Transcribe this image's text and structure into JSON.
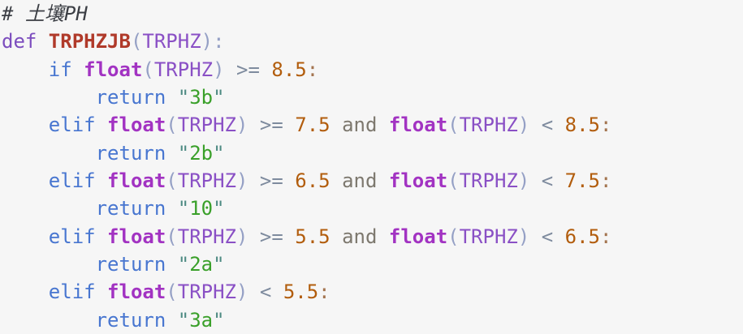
{
  "app": {
    "kind": "python-code-editor-cell",
    "language": "python"
  },
  "colors": {
    "bg": "#f6f6f6",
    "cm": "#3b3e44",
    "kd": "#7c4dbe",
    "kf": "#4876d0",
    "fn": "#b03a2a",
    "bi": "#a233c2",
    "v": "#8a50c5",
    "p": "#95a0c5",
    "o": "#7e8b9e",
    "lo": "#7d786e",
    "n": "#b25d0d",
    "q": "#4d8a82",
    "s": "#3aa02a",
    "cl": "#a3744f"
  },
  "code": {
    "plain_text": "# 土壤PH\ndef TRPHZJB(TRPHZ):\n    if float(TRPHZ) >= 8.5:\n        return \"3b\"\n    elif float(TRPHZ) >= 7.5 and float(TRPHZ) < 8.5:\n        return \"2b\"\n    elif float(TRPHZ) >= 6.5 and float(TRPHZ) < 7.5:\n        return \"10\"\n    elif float(TRPHZ) >= 5.5 and float(TRPHZ) < 6.5:\n        return \"2a\"\n    elif float(TRPHZ) < 5.5:\n        return \"3a\"",
    "lines": [
      [
        {
          "t": "# 土壤PH",
          "c": "cm"
        }
      ],
      [
        {
          "t": "def ",
          "c": "kd"
        },
        {
          "t": "TRPHZJB",
          "c": "fn"
        },
        {
          "t": "(",
          "c": "p"
        },
        {
          "t": "TRPHZ",
          "c": "v"
        },
        {
          "t": ")",
          "c": "p"
        },
        {
          "t": ":",
          "c": "p"
        }
      ],
      [
        {
          "t": "    ",
          "c": "ws"
        },
        {
          "t": "if ",
          "c": "kf"
        },
        {
          "t": "float",
          "c": "bi"
        },
        {
          "t": "(",
          "c": "p"
        },
        {
          "t": "TRPHZ",
          "c": "v"
        },
        {
          "t": ")",
          "c": "p"
        },
        {
          "t": " ",
          "c": "ws"
        },
        {
          "t": ">=",
          "c": "o"
        },
        {
          "t": " ",
          "c": "ws"
        },
        {
          "t": "8.5",
          "c": "n"
        },
        {
          "t": ":",
          "c": "cl"
        }
      ],
      [
        {
          "t": "        ",
          "c": "ws"
        },
        {
          "t": "return ",
          "c": "kf"
        },
        {
          "t": "\"",
          "c": "q"
        },
        {
          "t": "3b",
          "c": "s"
        },
        {
          "t": "\"",
          "c": "q"
        }
      ],
      [
        {
          "t": "    ",
          "c": "ws"
        },
        {
          "t": "elif ",
          "c": "kf"
        },
        {
          "t": "float",
          "c": "bi"
        },
        {
          "t": "(",
          "c": "p"
        },
        {
          "t": "TRPHZ",
          "c": "v"
        },
        {
          "t": ")",
          "c": "p"
        },
        {
          "t": " ",
          "c": "ws"
        },
        {
          "t": ">=",
          "c": "o"
        },
        {
          "t": " ",
          "c": "ws"
        },
        {
          "t": "7.5",
          "c": "n"
        },
        {
          "t": " ",
          "c": "ws"
        },
        {
          "t": "and",
          "c": "lo"
        },
        {
          "t": " ",
          "c": "ws"
        },
        {
          "t": "float",
          "c": "bi"
        },
        {
          "t": "(",
          "c": "p"
        },
        {
          "t": "TRPHZ",
          "c": "v"
        },
        {
          "t": ")",
          "c": "p"
        },
        {
          "t": " ",
          "c": "ws"
        },
        {
          "t": "<",
          "c": "o"
        },
        {
          "t": " ",
          "c": "ws"
        },
        {
          "t": "8.5",
          "c": "n"
        },
        {
          "t": ":",
          "c": "cl"
        }
      ],
      [
        {
          "t": "        ",
          "c": "ws"
        },
        {
          "t": "return ",
          "c": "kf"
        },
        {
          "t": "\"",
          "c": "q"
        },
        {
          "t": "2b",
          "c": "s"
        },
        {
          "t": "\"",
          "c": "q"
        }
      ],
      [
        {
          "t": "    ",
          "c": "ws"
        },
        {
          "t": "elif ",
          "c": "kf"
        },
        {
          "t": "float",
          "c": "bi"
        },
        {
          "t": "(",
          "c": "p"
        },
        {
          "t": "TRPHZ",
          "c": "v"
        },
        {
          "t": ")",
          "c": "p"
        },
        {
          "t": " ",
          "c": "ws"
        },
        {
          "t": ">=",
          "c": "o"
        },
        {
          "t": " ",
          "c": "ws"
        },
        {
          "t": "6.5",
          "c": "n"
        },
        {
          "t": " ",
          "c": "ws"
        },
        {
          "t": "and",
          "c": "lo"
        },
        {
          "t": " ",
          "c": "ws"
        },
        {
          "t": "float",
          "c": "bi"
        },
        {
          "t": "(",
          "c": "p"
        },
        {
          "t": "TRPHZ",
          "c": "v"
        },
        {
          "t": ")",
          "c": "p"
        },
        {
          "t": " ",
          "c": "ws"
        },
        {
          "t": "<",
          "c": "o"
        },
        {
          "t": " ",
          "c": "ws"
        },
        {
          "t": "7.5",
          "c": "n"
        },
        {
          "t": ":",
          "c": "cl"
        }
      ],
      [
        {
          "t": "        ",
          "c": "ws"
        },
        {
          "t": "return ",
          "c": "kf"
        },
        {
          "t": "\"",
          "c": "q"
        },
        {
          "t": "10",
          "c": "s"
        },
        {
          "t": "\"",
          "c": "q"
        }
      ],
      [
        {
          "t": "    ",
          "c": "ws"
        },
        {
          "t": "elif ",
          "c": "kf"
        },
        {
          "t": "float",
          "c": "bi"
        },
        {
          "t": "(",
          "c": "p"
        },
        {
          "t": "TRPHZ",
          "c": "v"
        },
        {
          "t": ")",
          "c": "p"
        },
        {
          "t": " ",
          "c": "ws"
        },
        {
          "t": ">=",
          "c": "o"
        },
        {
          "t": " ",
          "c": "ws"
        },
        {
          "t": "5.5",
          "c": "n"
        },
        {
          "t": " ",
          "c": "ws"
        },
        {
          "t": "and",
          "c": "lo"
        },
        {
          "t": " ",
          "c": "ws"
        },
        {
          "t": "float",
          "c": "bi"
        },
        {
          "t": "(",
          "c": "p"
        },
        {
          "t": "TRPHZ",
          "c": "v"
        },
        {
          "t": ")",
          "c": "p"
        },
        {
          "t": " ",
          "c": "ws"
        },
        {
          "t": "<",
          "c": "o"
        },
        {
          "t": " ",
          "c": "ws"
        },
        {
          "t": "6.5",
          "c": "n"
        },
        {
          "t": ":",
          "c": "cl"
        }
      ],
      [
        {
          "t": "        ",
          "c": "ws"
        },
        {
          "t": "return ",
          "c": "kf"
        },
        {
          "t": "\"",
          "c": "q"
        },
        {
          "t": "2a",
          "c": "s"
        },
        {
          "t": "\"",
          "c": "q"
        }
      ],
      [
        {
          "t": "    ",
          "c": "ws"
        },
        {
          "t": "elif ",
          "c": "kf"
        },
        {
          "t": "float",
          "c": "bi"
        },
        {
          "t": "(",
          "c": "p"
        },
        {
          "t": "TRPHZ",
          "c": "v"
        },
        {
          "t": ")",
          "c": "p"
        },
        {
          "t": " ",
          "c": "ws"
        },
        {
          "t": "<",
          "c": "o"
        },
        {
          "t": " ",
          "c": "ws"
        },
        {
          "t": "5.5",
          "c": "n"
        },
        {
          "t": ":",
          "c": "cl"
        }
      ],
      [
        {
          "t": "        ",
          "c": "ws"
        },
        {
          "t": "return ",
          "c": "kf"
        },
        {
          "t": "\"",
          "c": "q"
        },
        {
          "t": "3a",
          "c": "s"
        },
        {
          "t": "\"",
          "c": "q"
        }
      ]
    ]
  }
}
